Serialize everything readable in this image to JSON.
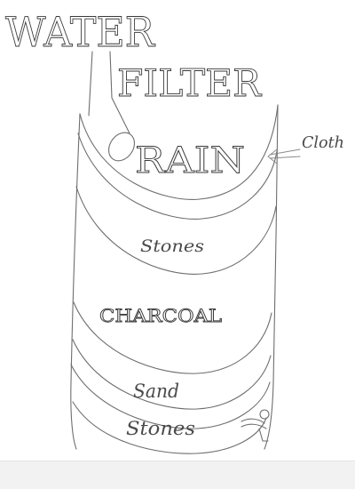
{
  "diagram": {
    "title_line1": "WATER",
    "title_line2": "FILTER",
    "layers": {
      "top": "RAIN",
      "layer2": "Stones",
      "layer3": "CHARCOAL",
      "layer4": "Sand",
      "layer5": "Stones"
    },
    "side_label": "Cloth",
    "ink_color": "#3a3a3a",
    "pencil_color": "#6e6e6e",
    "background_color": "#ffffff"
  }
}
